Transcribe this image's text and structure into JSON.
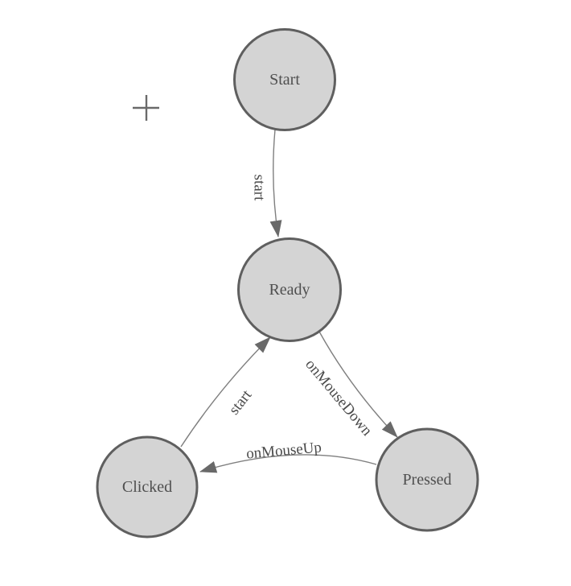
{
  "diagram": {
    "type": "state-machine",
    "nodes": [
      {
        "id": "start",
        "label": "Start"
      },
      {
        "id": "ready",
        "label": "Ready"
      },
      {
        "id": "clicked",
        "label": "Clicked"
      },
      {
        "id": "pressed",
        "label": "Pressed"
      }
    ],
    "edges": [
      {
        "from": "start",
        "to": "ready",
        "label": "start"
      },
      {
        "from": "ready",
        "to": "pressed",
        "label": "onMouseDown"
      },
      {
        "from": "pressed",
        "to": "clicked",
        "label": "onMouseUp"
      },
      {
        "from": "clicked",
        "to": "ready",
        "label": "start"
      }
    ],
    "cursor_icon": "crosshair"
  },
  "colors": {
    "background": "#ffffff",
    "node_fill": "#d4d4d4",
    "node_border": "#5f5f5f",
    "node_text": "#4f4f4f",
    "edge_line": "#7f7f7f",
    "edge_text": "#4a4a4a",
    "arrowhead": "#696969",
    "cursor": "#6a6a6a"
  }
}
